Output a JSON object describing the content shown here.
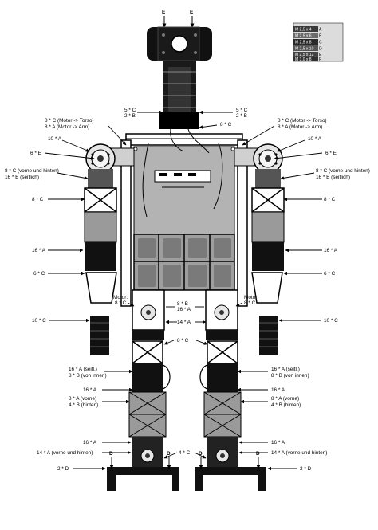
{
  "legend": [
    {
      "size": "M 2,5 x 4",
      "id": "A",
      "color": "#3a3a3a"
    },
    {
      "size": "M 2,5 x 6",
      "id": "B",
      "color": "#6a6a6a"
    },
    {
      "size": "M 2,5 x 8",
      "id": "C",
      "color": "#2a2a2a"
    },
    {
      "size": "M 2,5 x 10",
      "id": "D",
      "color": "#555555"
    },
    {
      "size": "M 2,5 x 12",
      "id": "E",
      "color": "#444444"
    },
    {
      "size": "M 3,0 x 8",
      "id": "F",
      "color": "#2f2f2f"
    }
  ],
  "markers": {
    "e": "E",
    "d": "D"
  },
  "labels": {
    "neck_l1": "5 * C",
    "neck_l2": "2 * B",
    "neck_r1": "5 * C",
    "neck_r2": "2 * B",
    "shoulder_mount_l1": "8 * C (Motor -> Torso)",
    "shoulder_mount_l2": "8 * A (Motor -> Arm)",
    "shoulder_mount_r1": "8 * C (Motor -> Torso)",
    "shoulder_mount_r2": "8 * A (Motor -> Arm)",
    "chest_top": "8 * C",
    "shoulder_a_l": "10 * A",
    "shoulder_a_r": "10 * A",
    "shoulder_e_l": "6 * E",
    "shoulder_e_r": "6 * E",
    "upperarm_l1": "8 * C (vorne und hinten)",
    "upperarm_l2": "16 * B (seitlich)",
    "upperarm_r1": "8 * C (vorne und hinten)",
    "upperarm_r2": "16 * B (seitlich)",
    "elbow_bracket_l": "8 * C",
    "elbow_bracket_r": "8 * C",
    "elbow_motor_l": "16 * A",
    "elbow_motor_r": "16 * A",
    "forearm_l": "6 * C",
    "forearm_r": "6 * C",
    "hand_l": "10 * C",
    "hand_r": "10 * C",
    "hip_motor_l1": "Motor:",
    "hip_motor_l2": "8 * C",
    "hip_motor_r1": "Motor:",
    "hip_motor_r2": "8 * C",
    "pelvis_1": "8 * B",
    "pelvis_2": "16 * A",
    "pelvis_3": "14 * A",
    "hip_bracket": "8 * C",
    "knee_l1": "16 * A (seitl.)",
    "knee_l2": "8 * B (von innen)",
    "knee_r1": "16 * A (seitl.)",
    "knee_r2": "8 * B (von innen)",
    "knee_motor_l": "16 * A",
    "knee_motor_r": "16 * A",
    "shin_l1": "8 * A (vorne)",
    "shin_l2": "4 * B (hinten)",
    "shin_r1": "8 * A (vorne)",
    "shin_r2": "4 * B (hinten)",
    "ankle_motor_l": "16 * A",
    "ankle_motor_r": "16 * A",
    "ankle_l": "14 * A (vorne und hinten)",
    "ankle_r": "14 * A (vorne und hinten)",
    "ankle_center": "4 * C",
    "foot_l": "2 * D",
    "foot_r": "2 * D"
  }
}
